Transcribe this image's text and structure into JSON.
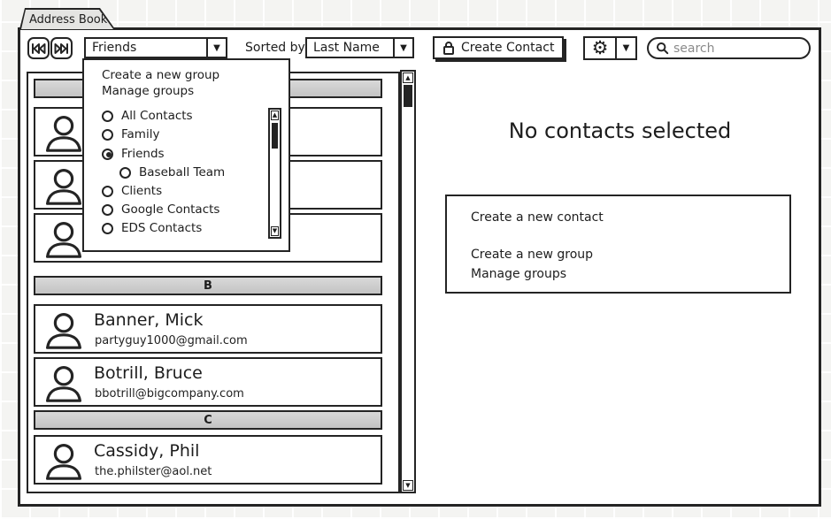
{
  "tab": {
    "label": "Address Book"
  },
  "toolbar": {
    "back_icon": "skip-back",
    "forward_icon": "skip-forward",
    "group_selector": {
      "value": "Friends"
    },
    "sorted_by_label": "Sorted by",
    "sort_selector": {
      "value": "Last Name"
    },
    "create_contact_label": "Create Contact",
    "create_contact_icon": "lock",
    "settings_icon": "gear",
    "search": {
      "placeholder": "search"
    }
  },
  "group_menu": {
    "actions": [
      {
        "label": "Create a new group"
      },
      {
        "label": "Manage groups"
      }
    ],
    "groups": [
      {
        "label": "All Contacts",
        "selected": false,
        "indent": false
      },
      {
        "label": "Family",
        "selected": false,
        "indent": false
      },
      {
        "label": "Friends",
        "selected": true,
        "indent": false
      },
      {
        "label": "Baseball Team",
        "selected": false,
        "indent": true
      },
      {
        "label": "Clients",
        "selected": false,
        "indent": false
      },
      {
        "label": "Google Contacts",
        "selected": false,
        "indent": false
      },
      {
        "label": "EDS Contacts",
        "selected": false,
        "indent": false
      }
    ]
  },
  "contact_list": {
    "sections": [
      {
        "letter": "",
        "contacts": [
          {
            "name": "",
            "email": ""
          },
          {
            "name": "",
            "email": ""
          },
          {
            "name": "",
            "email": ""
          }
        ]
      },
      {
        "letter": "B",
        "contacts": [
          {
            "name": "Banner, Mick",
            "email": "partyguy1000@gmail.com"
          },
          {
            "name": "Botrill, Bruce",
            "email": "bbotrill@bigcompany.com"
          }
        ]
      },
      {
        "letter": "C",
        "contacts": [
          {
            "name": "Cassidy, Phil",
            "email": "the.philster@aol.net"
          }
        ]
      }
    ]
  },
  "detail_panel": {
    "empty_title": "No contacts selected",
    "menu": {
      "create_contact": "Create a new contact",
      "create_group": "Create a new group",
      "manage_groups": "Manage groups"
    }
  }
}
